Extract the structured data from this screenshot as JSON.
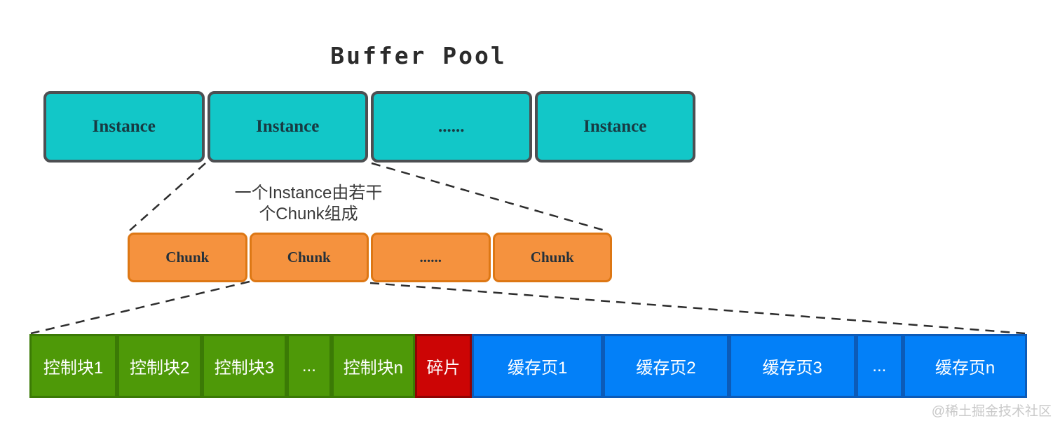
{
  "title": "Buffer Pool",
  "instance_row": {
    "items": [
      {
        "label": "Instance"
      },
      {
        "label": "Instance"
      },
      {
        "label": "......"
      },
      {
        "label": "Instance"
      }
    ]
  },
  "annotation": {
    "line1": "一个Instance由若干",
    "line2": "个Chunk组成"
  },
  "chunk_row": {
    "items": [
      {
        "label": "Chunk"
      },
      {
        "label": "Chunk"
      },
      {
        "label": "......"
      },
      {
        "label": "Chunk"
      }
    ]
  },
  "memory_row": {
    "items": [
      {
        "label": "控制块1",
        "type": "control"
      },
      {
        "label": "控制块2",
        "type": "control"
      },
      {
        "label": "控制块3",
        "type": "control"
      },
      {
        "label": "...",
        "type": "control"
      },
      {
        "label": "控制块n",
        "type": "control"
      },
      {
        "label": "碎片",
        "type": "fragment"
      },
      {
        "label": "缓存页1",
        "type": "page"
      },
      {
        "label": "缓存页2",
        "type": "page"
      },
      {
        "label": "缓存页3",
        "type": "page"
      },
      {
        "label": "...",
        "type": "page"
      },
      {
        "label": "缓存页n",
        "type": "page"
      }
    ]
  },
  "watermark": "@稀土掘金技术社区",
  "colors": {
    "teal_fill": "#12c7c8",
    "dark_border": "#4d4f52",
    "orange_fill": "#f5923e",
    "orange_border": "#dd7714",
    "green_fill": "#4e9908",
    "green_border": "#3b7a05",
    "red_fill": "#cc0505",
    "red_border": "#8f0303",
    "blue_fill": "#0380f8",
    "blue_border": "#0c5bb8",
    "instance_text": "#183a42",
    "watermark_color": "#c9c9c9"
  }
}
